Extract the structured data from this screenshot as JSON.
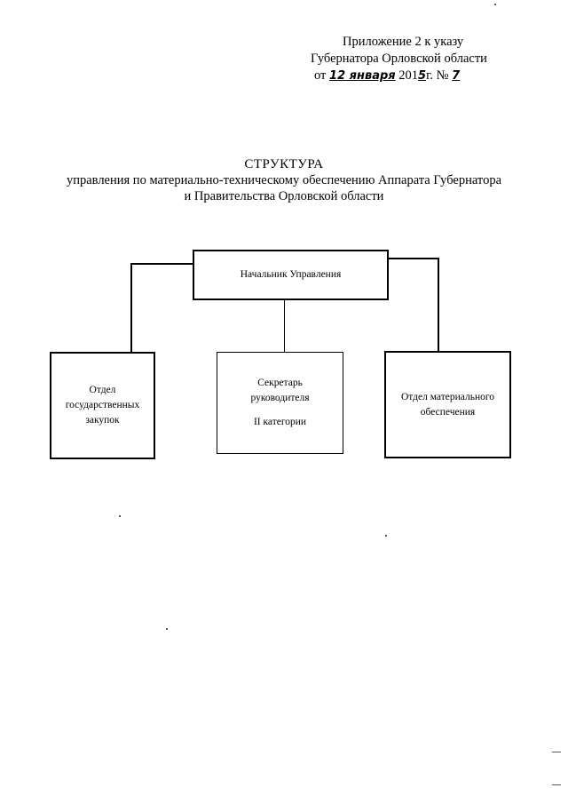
{
  "header": {
    "line1": "Приложение 2 к указу",
    "line2": "Губернатора Орловской области",
    "line3_prefix": "от ",
    "line3_date_handwritten": "12 января",
    "line3_year_prefix": " 201",
    "line3_year_handwritten": "5",
    "line3_suffix": "г.  №  ",
    "line3_number_handwritten": "7"
  },
  "title": {
    "main": "СТРУКТУРА",
    "line2": "управления по материально-техническому обеспечению Аппарата  Губернатора",
    "line3": "и Правительства Орловской области"
  },
  "org_chart": {
    "head": "Начальник Управления",
    "left": [
      "Отдел",
      "государственных",
      "закупок"
    ],
    "middle": [
      "Секретарь",
      "руководителя",
      "II категории"
    ],
    "right": [
      "Отдел материального",
      "обеспечения"
    ]
  }
}
